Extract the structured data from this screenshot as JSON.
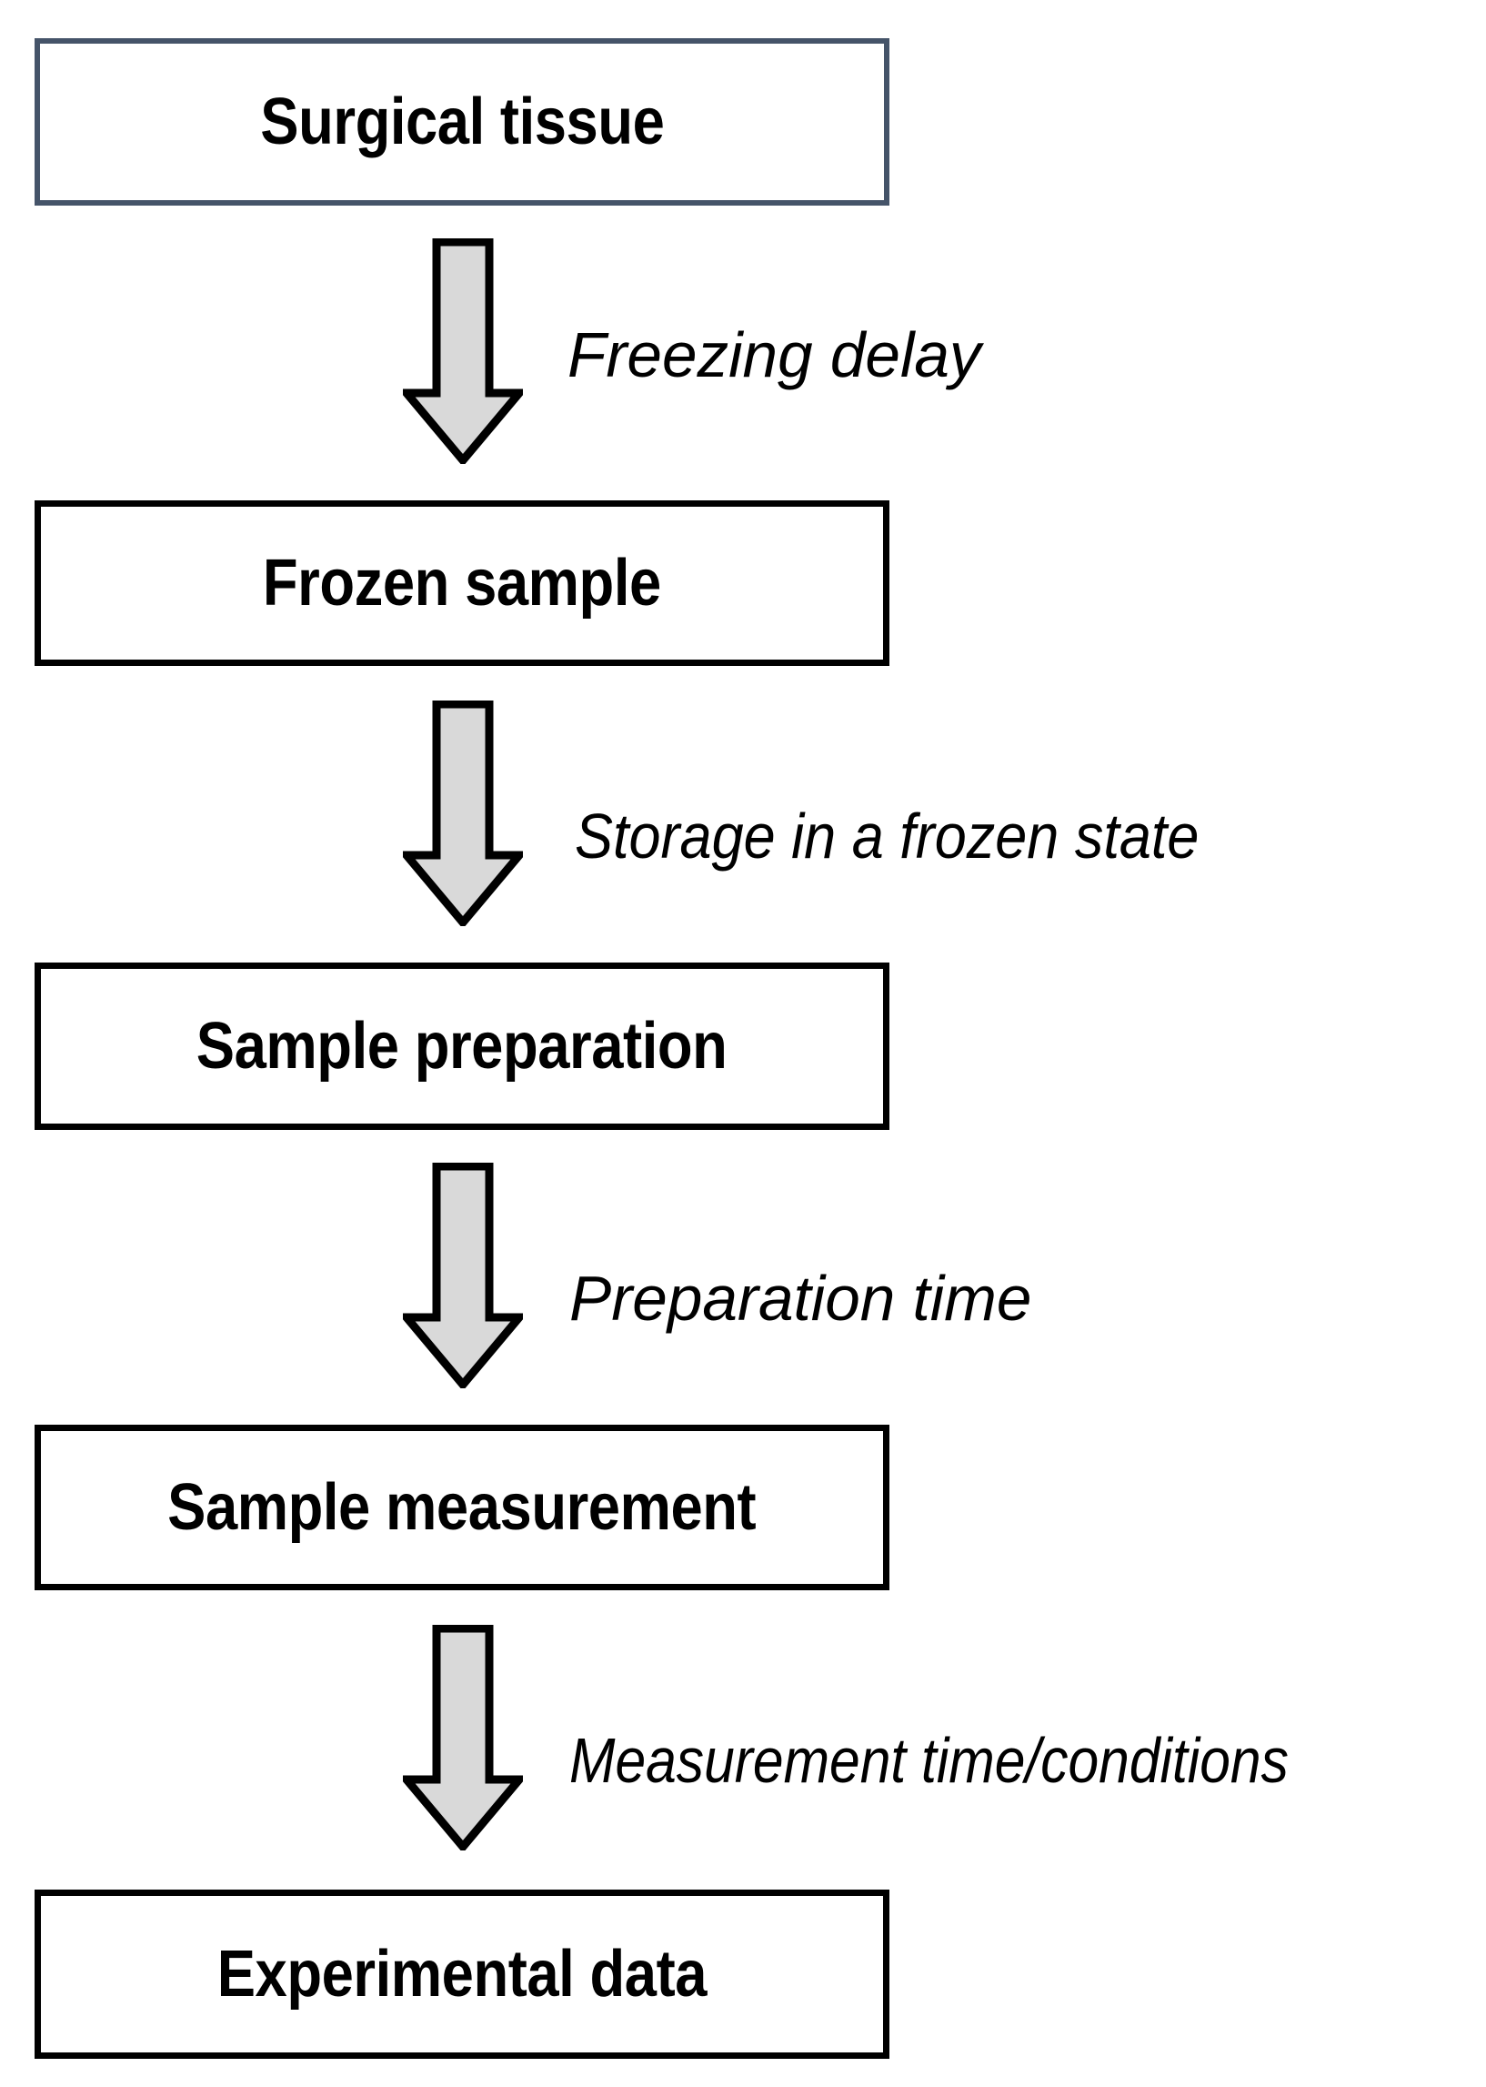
{
  "diagram": {
    "title": "Experimental workflow flowchart",
    "orientation": "top-to-bottom",
    "background_color": "#FFFFFF",
    "arrow_fill_color": "#D9D9D9",
    "arrow_stroke_color": "#000000",
    "first_node_border_color": "#455469",
    "node_border_color": "#000000",
    "nodes": [
      {
        "id": "surgical-tissue",
        "label": "Surgical tissue"
      },
      {
        "id": "frozen-sample",
        "label": "Frozen sample"
      },
      {
        "id": "sample-preparation",
        "label": "Sample preparation"
      },
      {
        "id": "sample-measurement",
        "label": "Sample measurement"
      },
      {
        "id": "experimental-data",
        "label": "Experimental data"
      }
    ],
    "edges": [
      {
        "id": "edge-freezing-delay",
        "label": "Freezing delay",
        "from": "surgical-tissue",
        "to": "frozen-sample"
      },
      {
        "id": "edge-storage-frozen",
        "label": "Storage in a frozen state",
        "from": "frozen-sample",
        "to": "sample-preparation"
      },
      {
        "id": "edge-preparation-time",
        "label": "Preparation time",
        "from": "sample-preparation",
        "to": "sample-measurement"
      },
      {
        "id": "edge-measurement-time",
        "label": "Measurement time/conditions",
        "from": "sample-measurement",
        "to": "experimental-data"
      }
    ]
  }
}
